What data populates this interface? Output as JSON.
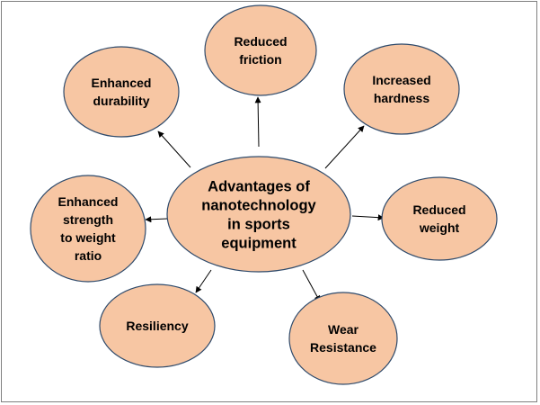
{
  "diagram": {
    "center": {
      "lines": [
        "Advantages of",
        "nanotechnology",
        "in sports",
        "equipment"
      ]
    },
    "nodes": [
      {
        "id": "reduced-friction",
        "lines": [
          "Reduced",
          "friction"
        ]
      },
      {
        "id": "increased-hardness",
        "lines": [
          "Increased",
          "hardness"
        ]
      },
      {
        "id": "reduced-weight",
        "lines": [
          "Reduced",
          "weight"
        ]
      },
      {
        "id": "wear-resistance",
        "lines": [
          "Wear",
          "Resistance"
        ]
      },
      {
        "id": "resiliency",
        "lines": [
          "Resiliency"
        ]
      },
      {
        "id": "enhanced-strength",
        "lines": [
          "Enhanced",
          "strength",
          "to weight",
          "ratio"
        ]
      },
      {
        "id": "enhanced-durability",
        "lines": [
          "Enhanced",
          "durability"
        ]
      }
    ],
    "colors": {
      "fill": "#f7c6a3",
      "stroke": "#2e4a6b",
      "arrow": "#000000",
      "text": "#000000"
    }
  }
}
